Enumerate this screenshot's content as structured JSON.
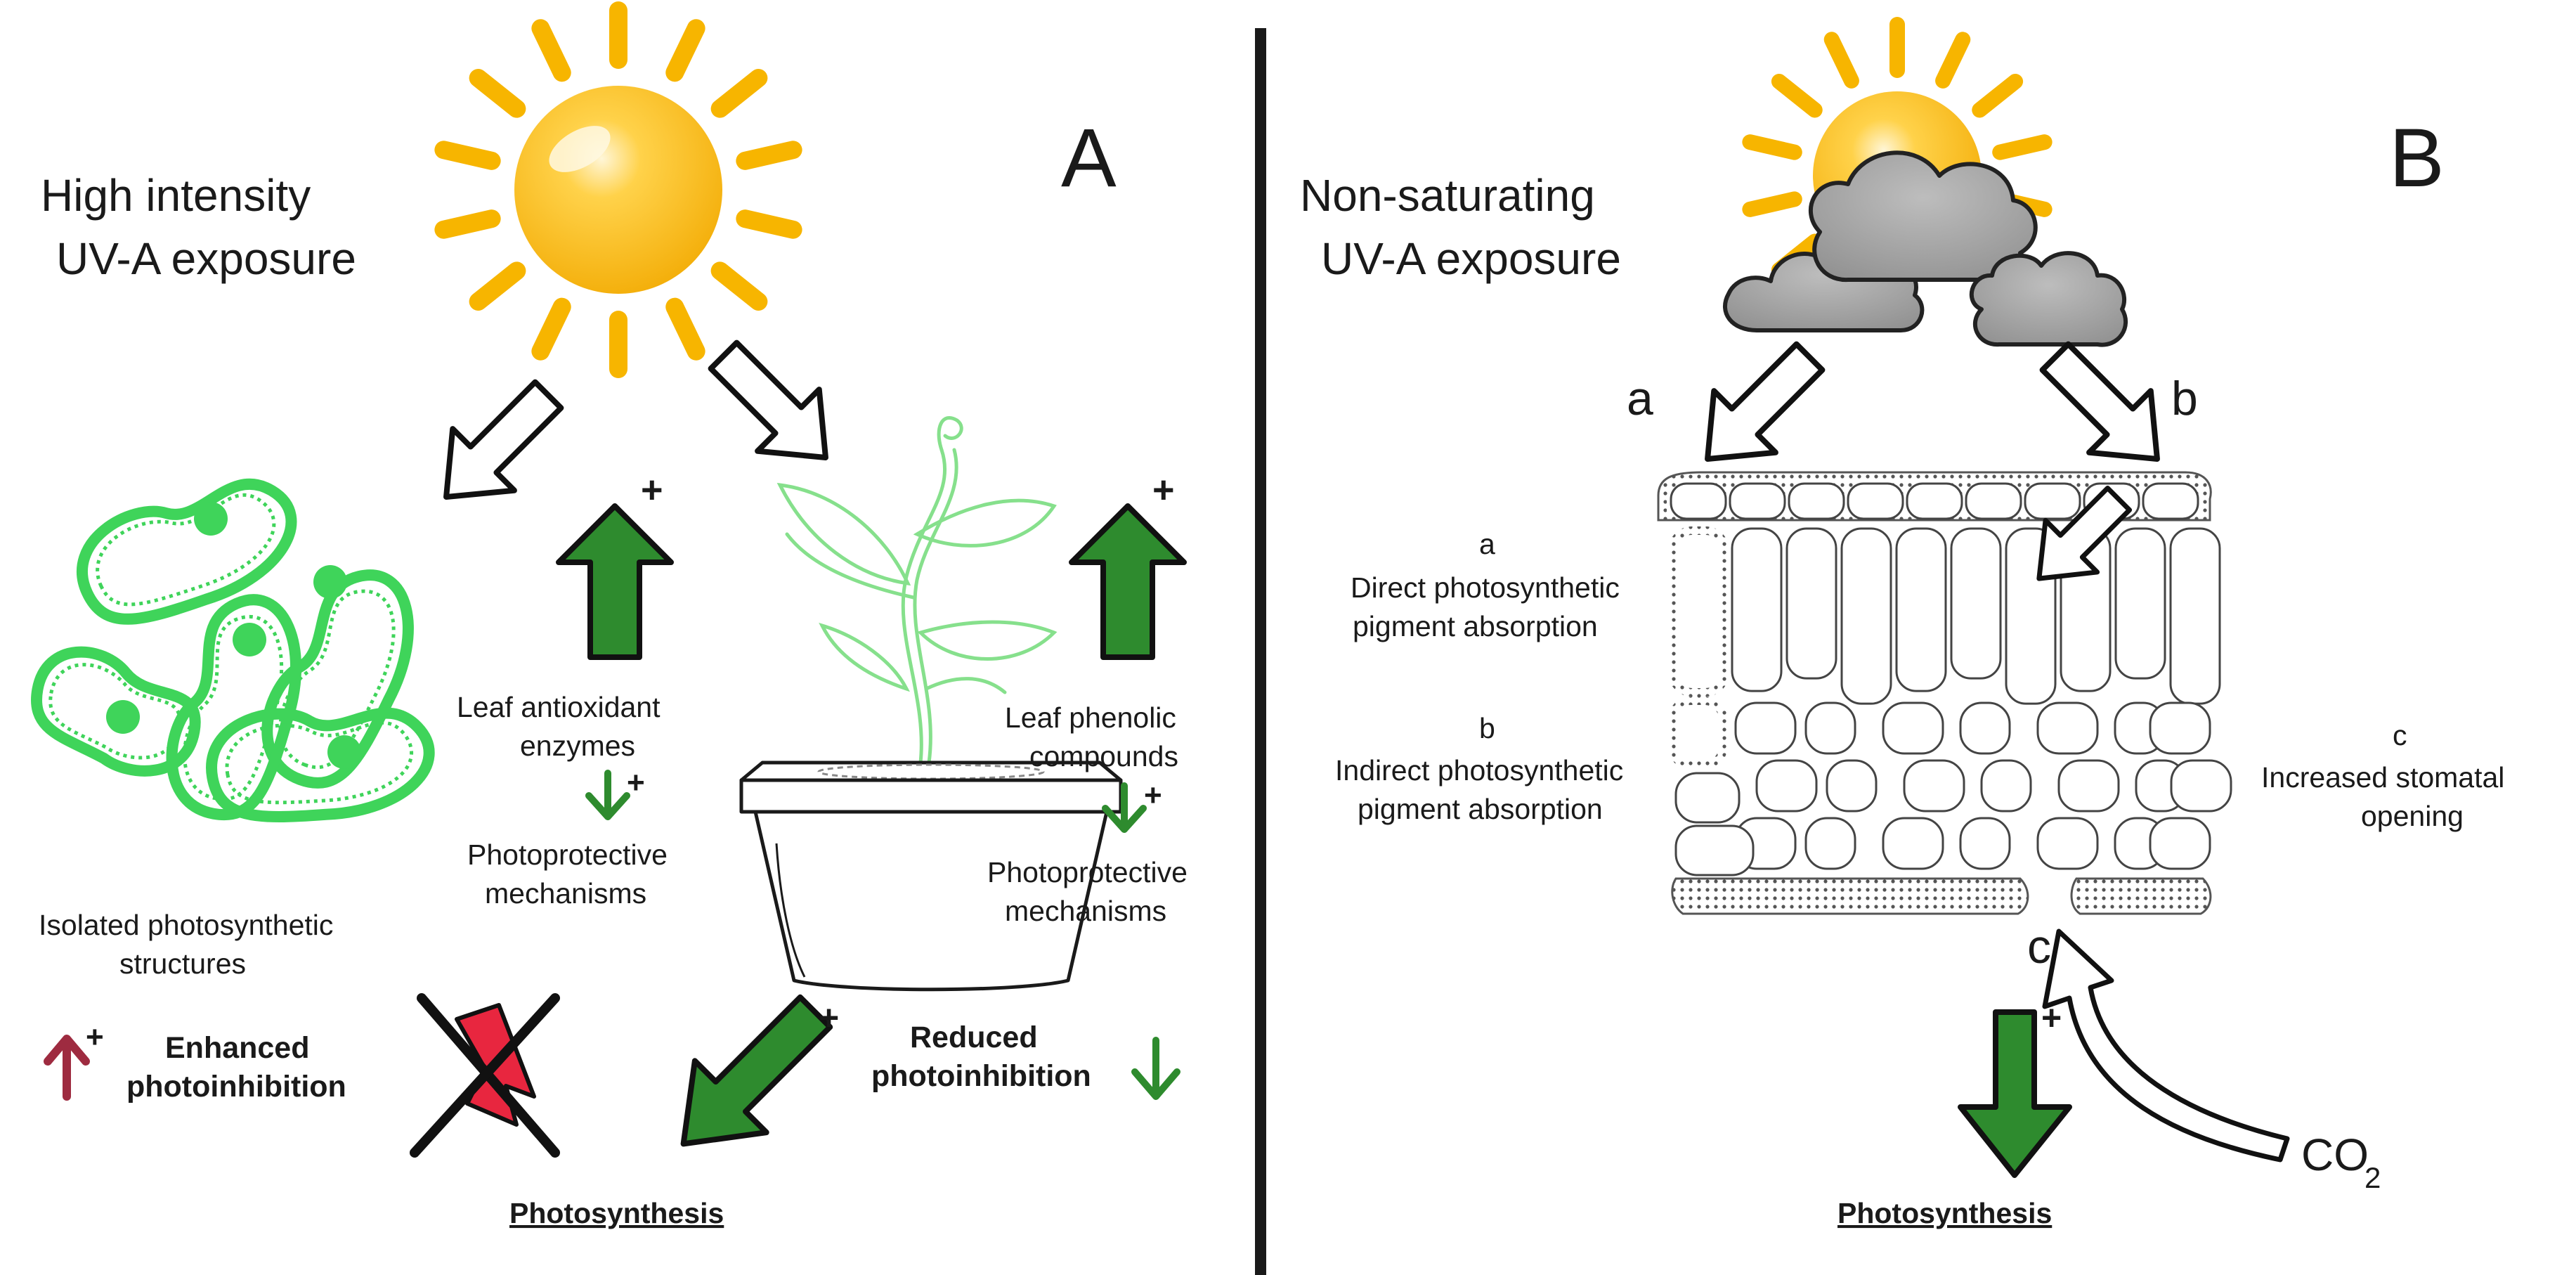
{
  "panel_a": {
    "title_line1": "High intensity",
    "title_line2": "UV-A exposure",
    "letter": "A",
    "isolated_line1": "Isolated photosynthetic",
    "isolated_line2": "structures",
    "antioxidant_line1": "Leaf antioxidant",
    "antioxidant_line2": "enzymes",
    "photoprotective_left_line1": "Photoprotective",
    "photoprotective_left_line2": "mechanisms",
    "phenolic_line1": "Leaf phenolic",
    "phenolic_line2": "compounds",
    "photoprotective_right_line1": "Photoprotective",
    "photoprotective_right_line2": "mechanisms",
    "enhanced_line1": "Enhanced",
    "enhanced_line2": "photoinhibition",
    "reduced_line1": "Reduced",
    "reduced_line2": "photoinhibition",
    "photosynthesis": "Photosynthesis",
    "plus_sign": "+"
  },
  "panel_b": {
    "title_line1": "Non-saturating",
    "title_line2": "UV-A exposure",
    "letter": "B",
    "path_a": "a",
    "path_b": "b",
    "path_c": "c",
    "note_a_letter": "a",
    "note_a_line1": "Direct photosynthetic",
    "note_a_line2": "pigment absorption",
    "note_b_letter": "b",
    "note_b_line1": "Indirect photosynthetic",
    "note_b_line2": "pigment absorption",
    "note_c_letter": "c",
    "note_c_line1": "Increased stomatal",
    "note_c_line2": "opening",
    "co2_main": "CO",
    "co2_sub": "2",
    "photosynthesis": "Photosynthesis",
    "plus_sign": "+"
  },
  "colors": {
    "sun": "#F7B500",
    "sun_highlight": "#FFF6D8",
    "cloud": "#A6A6A6",
    "green_arrow": "#2E8B2E",
    "cell_green": "#3FD45A",
    "plant_green": "#86E08C",
    "inhibition_red": "#9E2B40",
    "photosystem_red": "#E8263F",
    "divider": "#1a1a1a"
  }
}
